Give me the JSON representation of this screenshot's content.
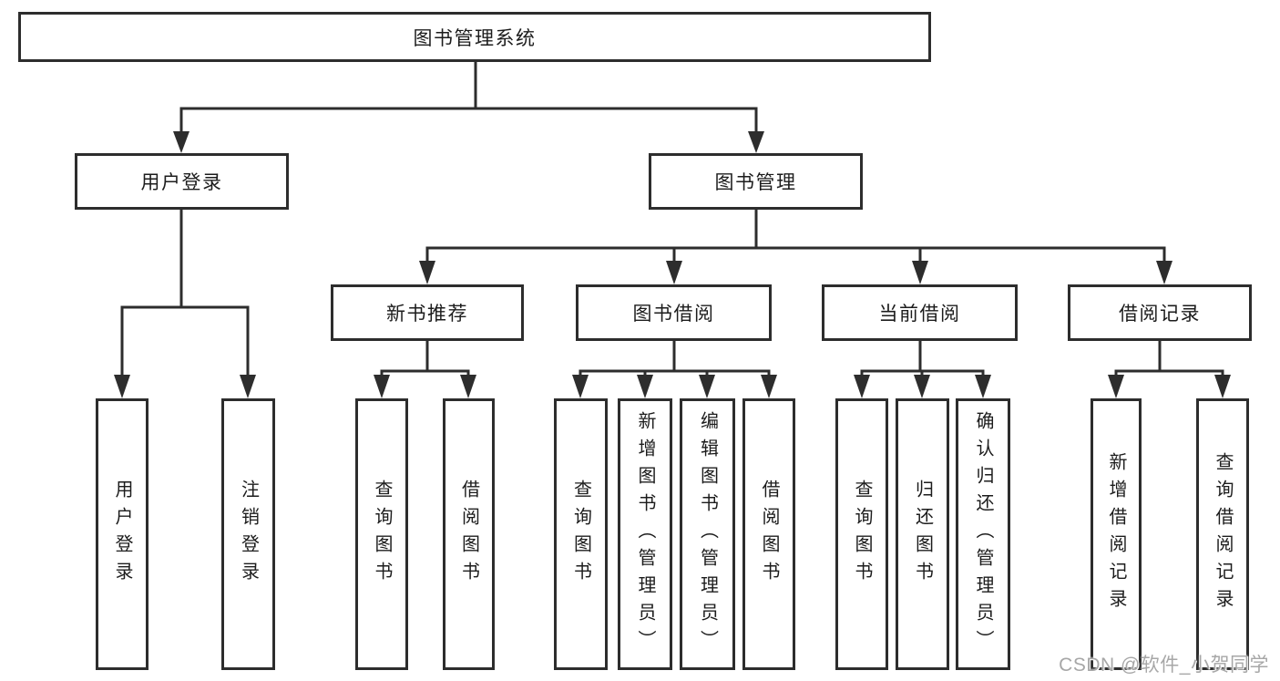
{
  "diagram": {
    "title": "图书管理系统",
    "watermark": {
      "text": "CSDN @软件_小贺同学"
    },
    "colors": {
      "line": "#2d2d2d",
      "border": "#2d2d2d",
      "text": "#1c1c1c",
      "background": "#ffffff",
      "watermark": "#a7a7a7"
    },
    "nodes": {
      "root": {
        "label": "图书管理系统"
      },
      "level2": [
        {
          "label": "用户登录"
        },
        {
          "label": "图书管理"
        }
      ],
      "level3": [
        {
          "label": "新书推荐"
        },
        {
          "label": "图书借阅"
        },
        {
          "label": "当前借阅"
        },
        {
          "label": "借阅记录"
        }
      ],
      "leaves": [
        {
          "parent": "用户登录",
          "label": "用户登录"
        },
        {
          "parent": "用户登录",
          "label": "注销登录"
        },
        {
          "parent": "新书推荐",
          "label": "查询图书"
        },
        {
          "parent": "新书推荐",
          "label": "借阅图书"
        },
        {
          "parent": "图书借阅",
          "label": "查询图书"
        },
        {
          "parent": "图书借阅",
          "label": "新增图书（管理员）"
        },
        {
          "parent": "图书借阅",
          "label": "编辑图书（管理员）"
        },
        {
          "parent": "图书借阅",
          "label": "借阅图书"
        },
        {
          "parent": "当前借阅",
          "label": "查询图书"
        },
        {
          "parent": "当前借阅",
          "label": "归还图书"
        },
        {
          "parent": "当前借阅",
          "label": "确认归还（管理员）"
        },
        {
          "parent": "借阅记录",
          "label": "新增借阅记录"
        },
        {
          "parent": "借阅记录",
          "label": "查询借阅记录"
        }
      ]
    }
  }
}
